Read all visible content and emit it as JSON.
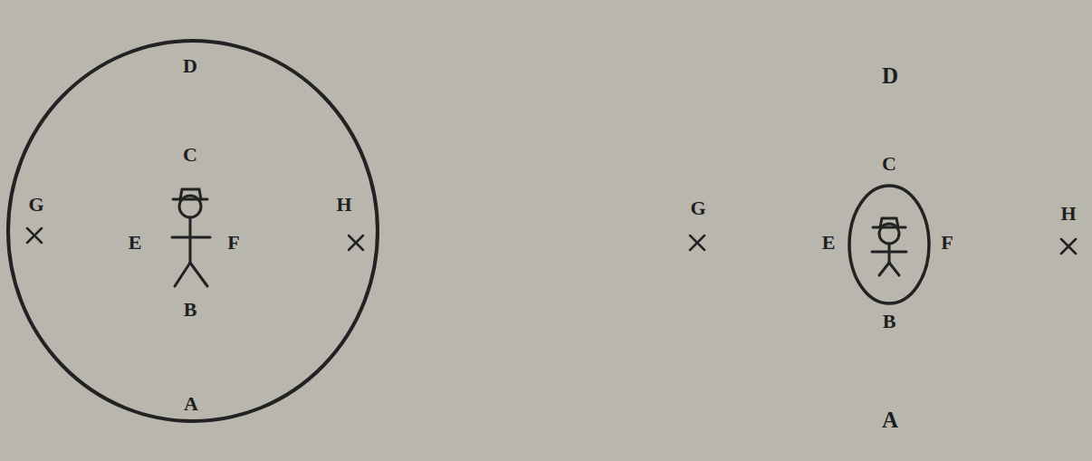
{
  "diagram": {
    "labels": [
      "D",
      "C",
      "G",
      "E",
      "F",
      "H",
      "B",
      "A",
      "D",
      "C",
      "G",
      "E",
      "F",
      "H",
      "B",
      "A"
    ]
  }
}
